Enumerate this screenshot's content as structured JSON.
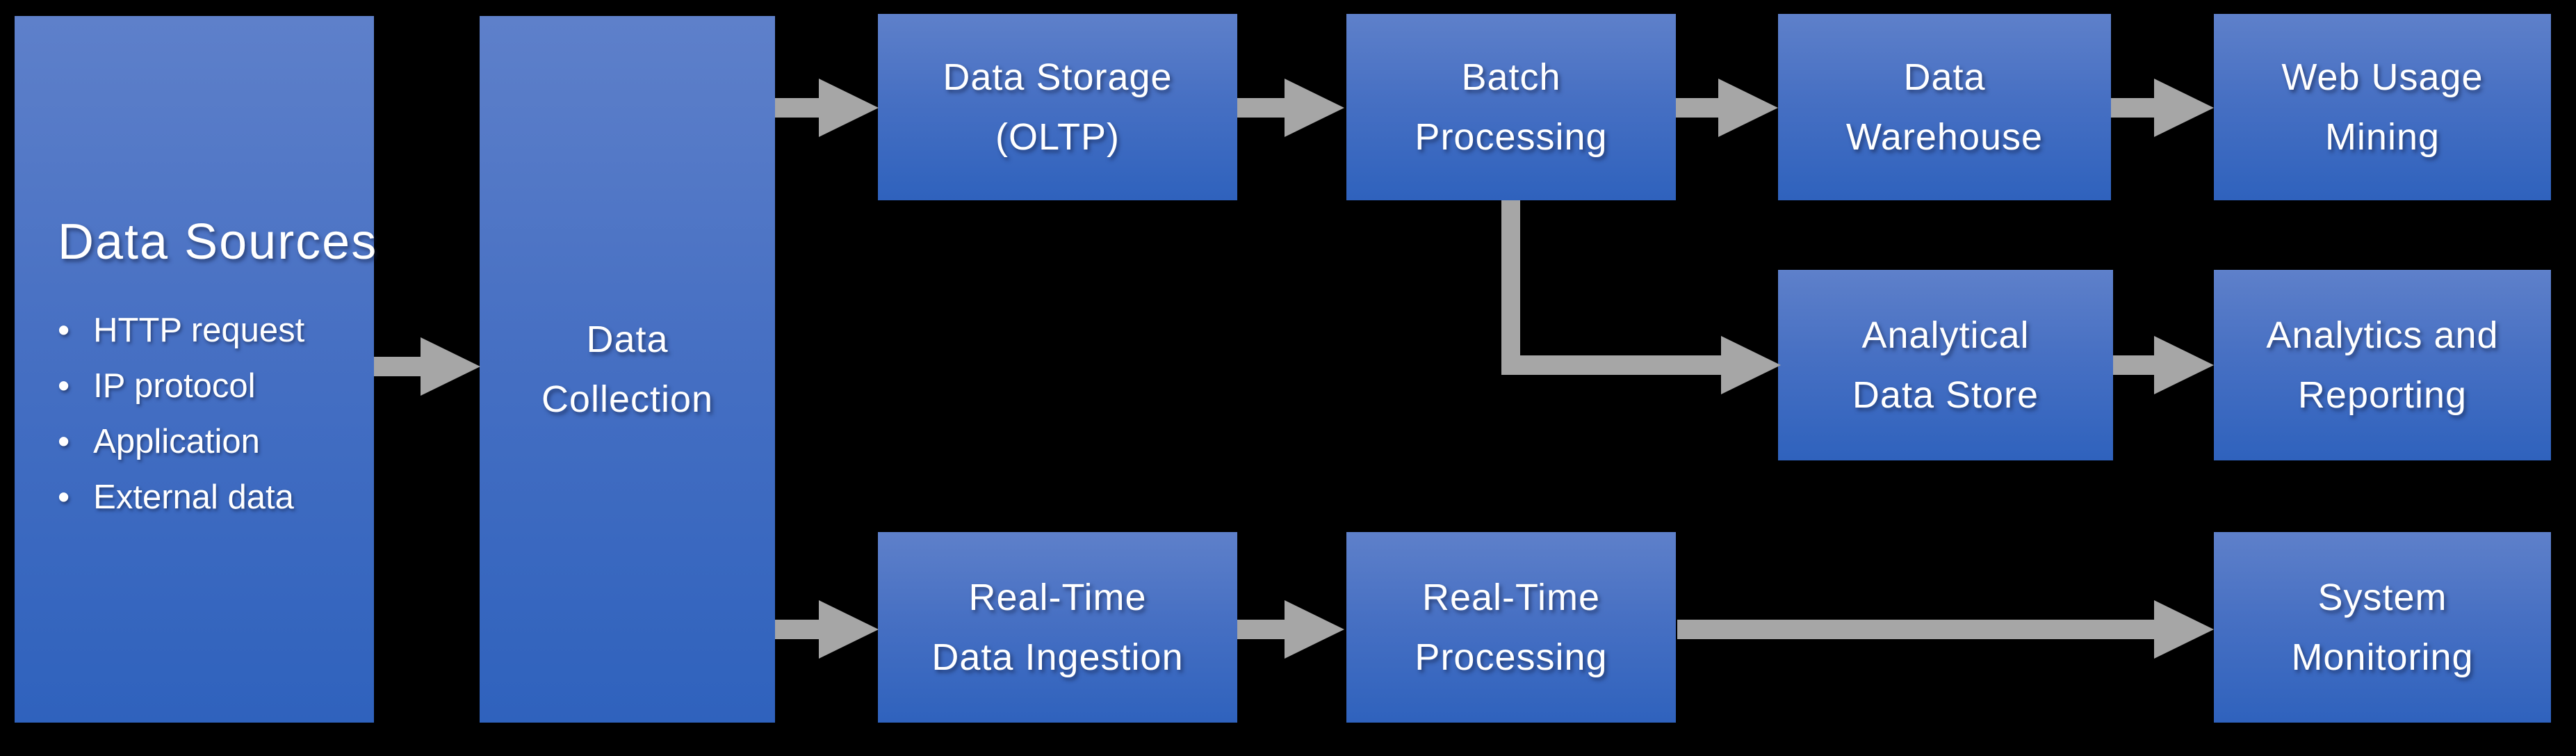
{
  "diagram": {
    "title_semantic": "Web usage data pipeline flow diagram",
    "background_color": "#000000",
    "box_gradient_top": "#5e80ca",
    "box_gradient_bottom": "#2f62bd",
    "arrow_color": "#a6a6a6",
    "text_color": "#ffffff"
  },
  "nodes": {
    "data_sources": {
      "title": "Data Sources",
      "bullet": "•",
      "bullets": [
        "HTTP request",
        "IP protocol",
        "Application",
        "External data"
      ]
    },
    "data_collection": {
      "line1": "Data",
      "line2": "Collection"
    },
    "data_storage": {
      "line1": "Data Storage",
      "line2": "(OLTP)"
    },
    "batch_processing": {
      "line1": "Batch",
      "line2": "Processing"
    },
    "data_warehouse": {
      "line1": "Data",
      "line2": "Warehouse"
    },
    "web_usage_mining": {
      "line1": "Web Usage",
      "line2": "Mining"
    },
    "analytical_data_store": {
      "line1": "Analytical",
      "line2": "Data Store"
    },
    "analytics_reporting": {
      "line1": "Analytics and",
      "line2": "Reporting"
    },
    "realtime_ingestion": {
      "line1": "Real-Time",
      "line2": "Data Ingestion"
    },
    "realtime_processing": {
      "line1": "Real-Time",
      "line2": "Processing"
    },
    "system_monitoring": {
      "line1": "System",
      "line2": "Monitoring"
    }
  },
  "connections": [
    "data_sources -> data_collection",
    "data_collection -> data_storage",
    "data_storage -> batch_processing",
    "batch_processing -> data_warehouse",
    "data_warehouse -> web_usage_mining",
    "batch_processing -> analytical_data_store",
    "analytical_data_store -> analytics_reporting",
    "data_collection -> realtime_ingestion",
    "realtime_ingestion -> realtime_processing",
    "realtime_processing -> system_monitoring"
  ]
}
